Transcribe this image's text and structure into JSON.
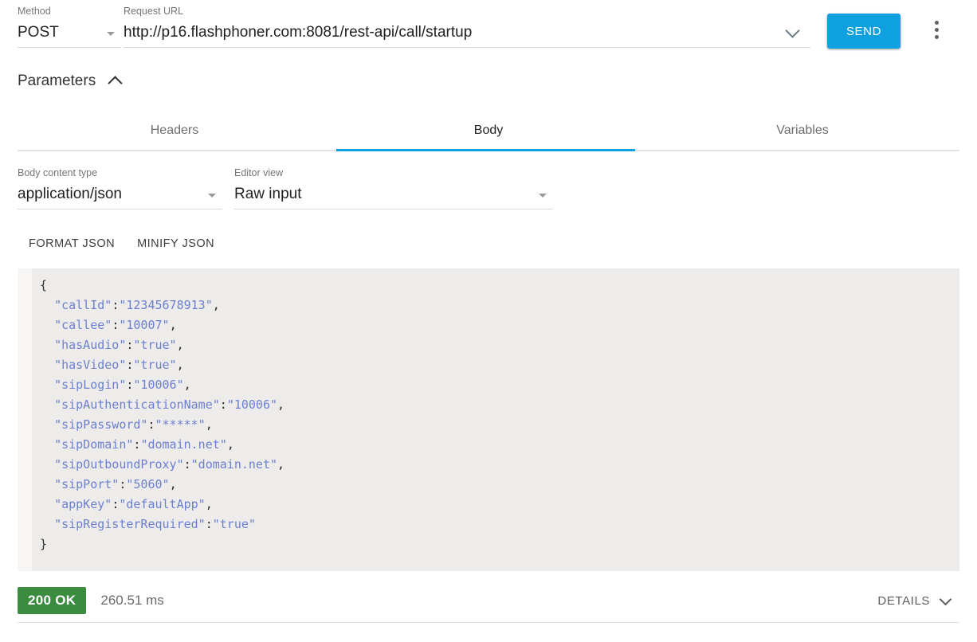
{
  "request": {
    "method_label": "Method",
    "method_value": "POST",
    "url_label": "Request URL",
    "url_value": "http://p16.flashphoner.com:8081/rest-api/call/startup",
    "send_label": "SEND",
    "overflow_icon": "kebab-menu-icon",
    "url_dropdown_icon": "chevron-down-icon",
    "method_dropdown_icon": "caret-down-icon"
  },
  "parameters": {
    "title": "Parameters",
    "collapse_icon": "chevron-up-icon",
    "tabs": [
      {
        "label": "Headers",
        "active": false
      },
      {
        "label": "Body",
        "active": true
      },
      {
        "label": "Variables",
        "active": false
      }
    ]
  },
  "body_options": {
    "content_type_label": "Body content type",
    "content_type_value": "application/json",
    "editor_view_label": "Editor view",
    "editor_view_value": "Raw input"
  },
  "json_actions": {
    "format_label": "FORMAT JSON",
    "minify_label": "MINIFY JSON"
  },
  "editor": {
    "lines": [
      {
        "indent": 0,
        "text": "{",
        "type": "punc"
      },
      {
        "indent": 1,
        "key": "callId",
        "value": "12345678913",
        "comma": true
      },
      {
        "indent": 1,
        "key": "callee",
        "value": "10007",
        "comma": true
      },
      {
        "indent": 1,
        "key": "hasAudio",
        "value": "true",
        "comma": true
      },
      {
        "indent": 1,
        "key": "hasVideo",
        "value": "true",
        "comma": true
      },
      {
        "indent": 1,
        "key": "sipLogin",
        "value": "10006",
        "comma": true
      },
      {
        "indent": 1,
        "key": "sipAuthenticationName",
        "value": "10006",
        "comma": true
      },
      {
        "indent": 1,
        "key": "sipPassword",
        "value": "*****",
        "comma": true
      },
      {
        "indent": 1,
        "key": "sipDomain",
        "value": "domain.net",
        "comma": true
      },
      {
        "indent": 1,
        "key": "sipOutboundProxy",
        "value": "domain.net",
        "comma": true
      },
      {
        "indent": 1,
        "key": "sipPort",
        "value": "5060",
        "comma": true
      },
      {
        "indent": 1,
        "key": "appKey",
        "value": "defaultApp",
        "comma": true
      },
      {
        "indent": 1,
        "key": "sipRegisterRequired",
        "value": "true",
        "comma": false
      },
      {
        "indent": 0,
        "text": "}",
        "type": "punc"
      }
    ]
  },
  "response": {
    "status_code": "200 OK",
    "status_color": "#3c8c40",
    "duration": "260.51 ms",
    "details_label": "DETAILS",
    "details_icon": "chevron-down-icon"
  },
  "colors": {
    "accent": "#0fa0df",
    "success": "#3c8c40",
    "editor_bg": "#eeecea",
    "json_string": "#6b7fd0"
  }
}
